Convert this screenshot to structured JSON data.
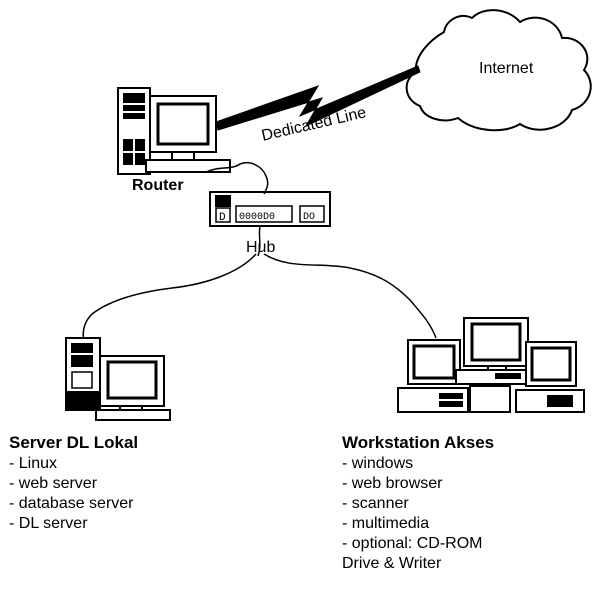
{
  "labels": {
    "internet": "Internet",
    "dedicated_line": "Dedicated Line",
    "router": "Router",
    "hub": "Hub"
  },
  "server": {
    "title": "Server DL Lokal",
    "items": [
      "- Linux",
      "- web server",
      "- database server",
      "- DL server"
    ]
  },
  "workstation": {
    "title": "Workstation Akses",
    "items": [
      "- windows",
      "- web browser",
      "- scanner",
      "- multimedia",
      "- optional: CD-ROM",
      "Drive & Writer"
    ]
  }
}
